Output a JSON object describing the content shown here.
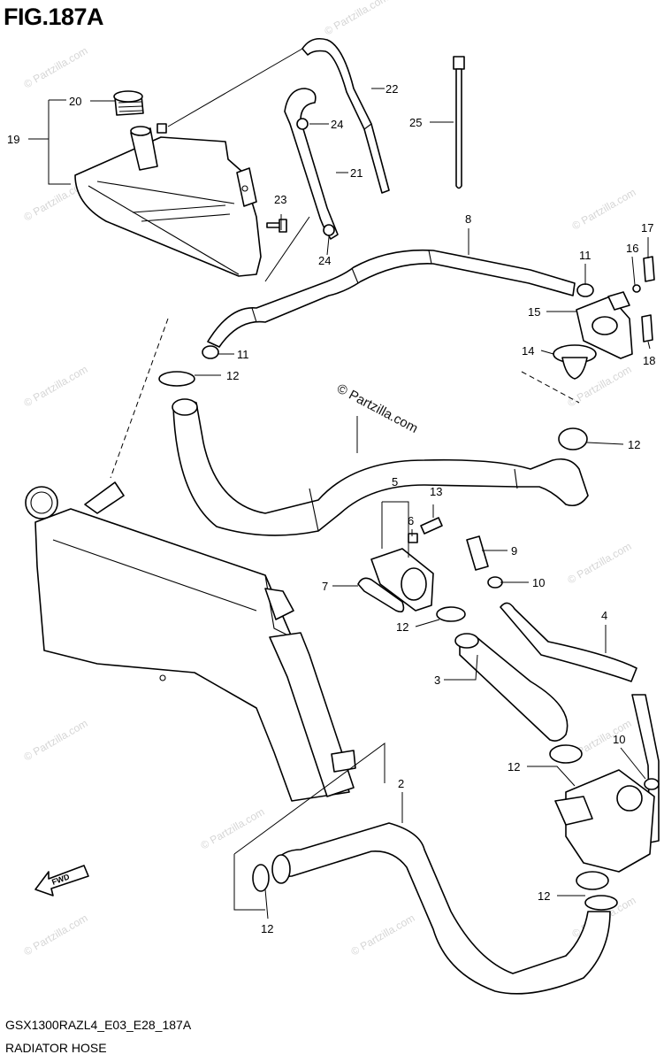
{
  "figure": {
    "title": "FIG.187A",
    "diagram_code": "GSX1300RAZL4_E03_E28_187A",
    "diagram_name": "RADIATOR HOSE",
    "watermark": "© Partzilla.com",
    "fwd_label": "FWD"
  },
  "callouts": {
    "c2": "2",
    "c3": "3",
    "c4": "4",
    "c5": "5",
    "c6": "6",
    "c7": "7",
    "c8": "8",
    "c9": "9",
    "c10a": "10",
    "c10b": "10",
    "c11a": "11",
    "c11b": "11",
    "c12a": "12",
    "c12b": "12",
    "c12c": "12",
    "c12d": "12",
    "c12e": "12",
    "c12f": "12",
    "c13": "13",
    "c14": "14",
    "c15": "15",
    "c16": "16",
    "c17": "17",
    "c18": "18",
    "c19": "19",
    "c20": "20",
    "c21": "21",
    "c22": "22",
    "c23": "23",
    "c24a": "24",
    "c24b": "24",
    "c25": "25"
  }
}
